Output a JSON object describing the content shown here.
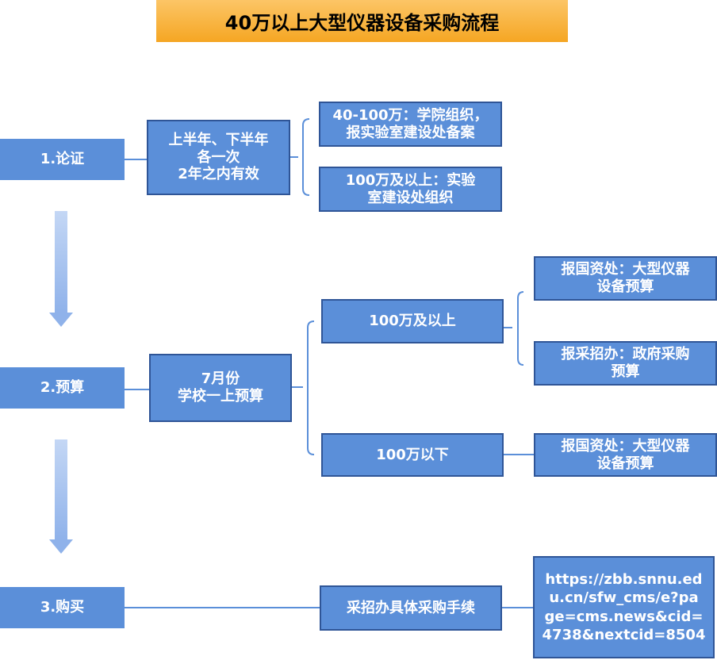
{
  "title": "40万以上大型仪器设备采购流程",
  "stages": {
    "s1": "1.论证",
    "s2": "2.预算",
    "s3": "3.购买"
  },
  "lunzheng": {
    "main": [
      "上半年、下半年",
      "各一次",
      "2年之内有效"
    ],
    "opt1": [
      "40-100万：学院组织，",
      "报实验室建设处备案"
    ],
    "opt2": [
      "100万及以上：实验",
      "室建设处组织"
    ]
  },
  "yusuan": {
    "main": [
      "7月份",
      "学校一上预算"
    ],
    "above": "100万及以上",
    "above_r1": [
      "报国资处：大型仪器",
      "设备预算"
    ],
    "above_r2": [
      "报采招办：政府采购",
      "预算"
    ],
    "below": "100万以下",
    "below_r": [
      "报国资处：大型仪器",
      "设备预算"
    ]
  },
  "goumai": {
    "main": "采招办具体采购手续",
    "link": [
      "https://zbb.snnu.ed",
      "u.cn/sfw_cms/e?pa",
      "ge=cms.news&cid=",
      "4738&nextcid=8504"
    ]
  },
  "colors": {
    "box_fill": "#5b8fd9",
    "box_border": "#2f5597",
    "title_fill": "#f5a623",
    "arrow": "#8fb2ea"
  }
}
